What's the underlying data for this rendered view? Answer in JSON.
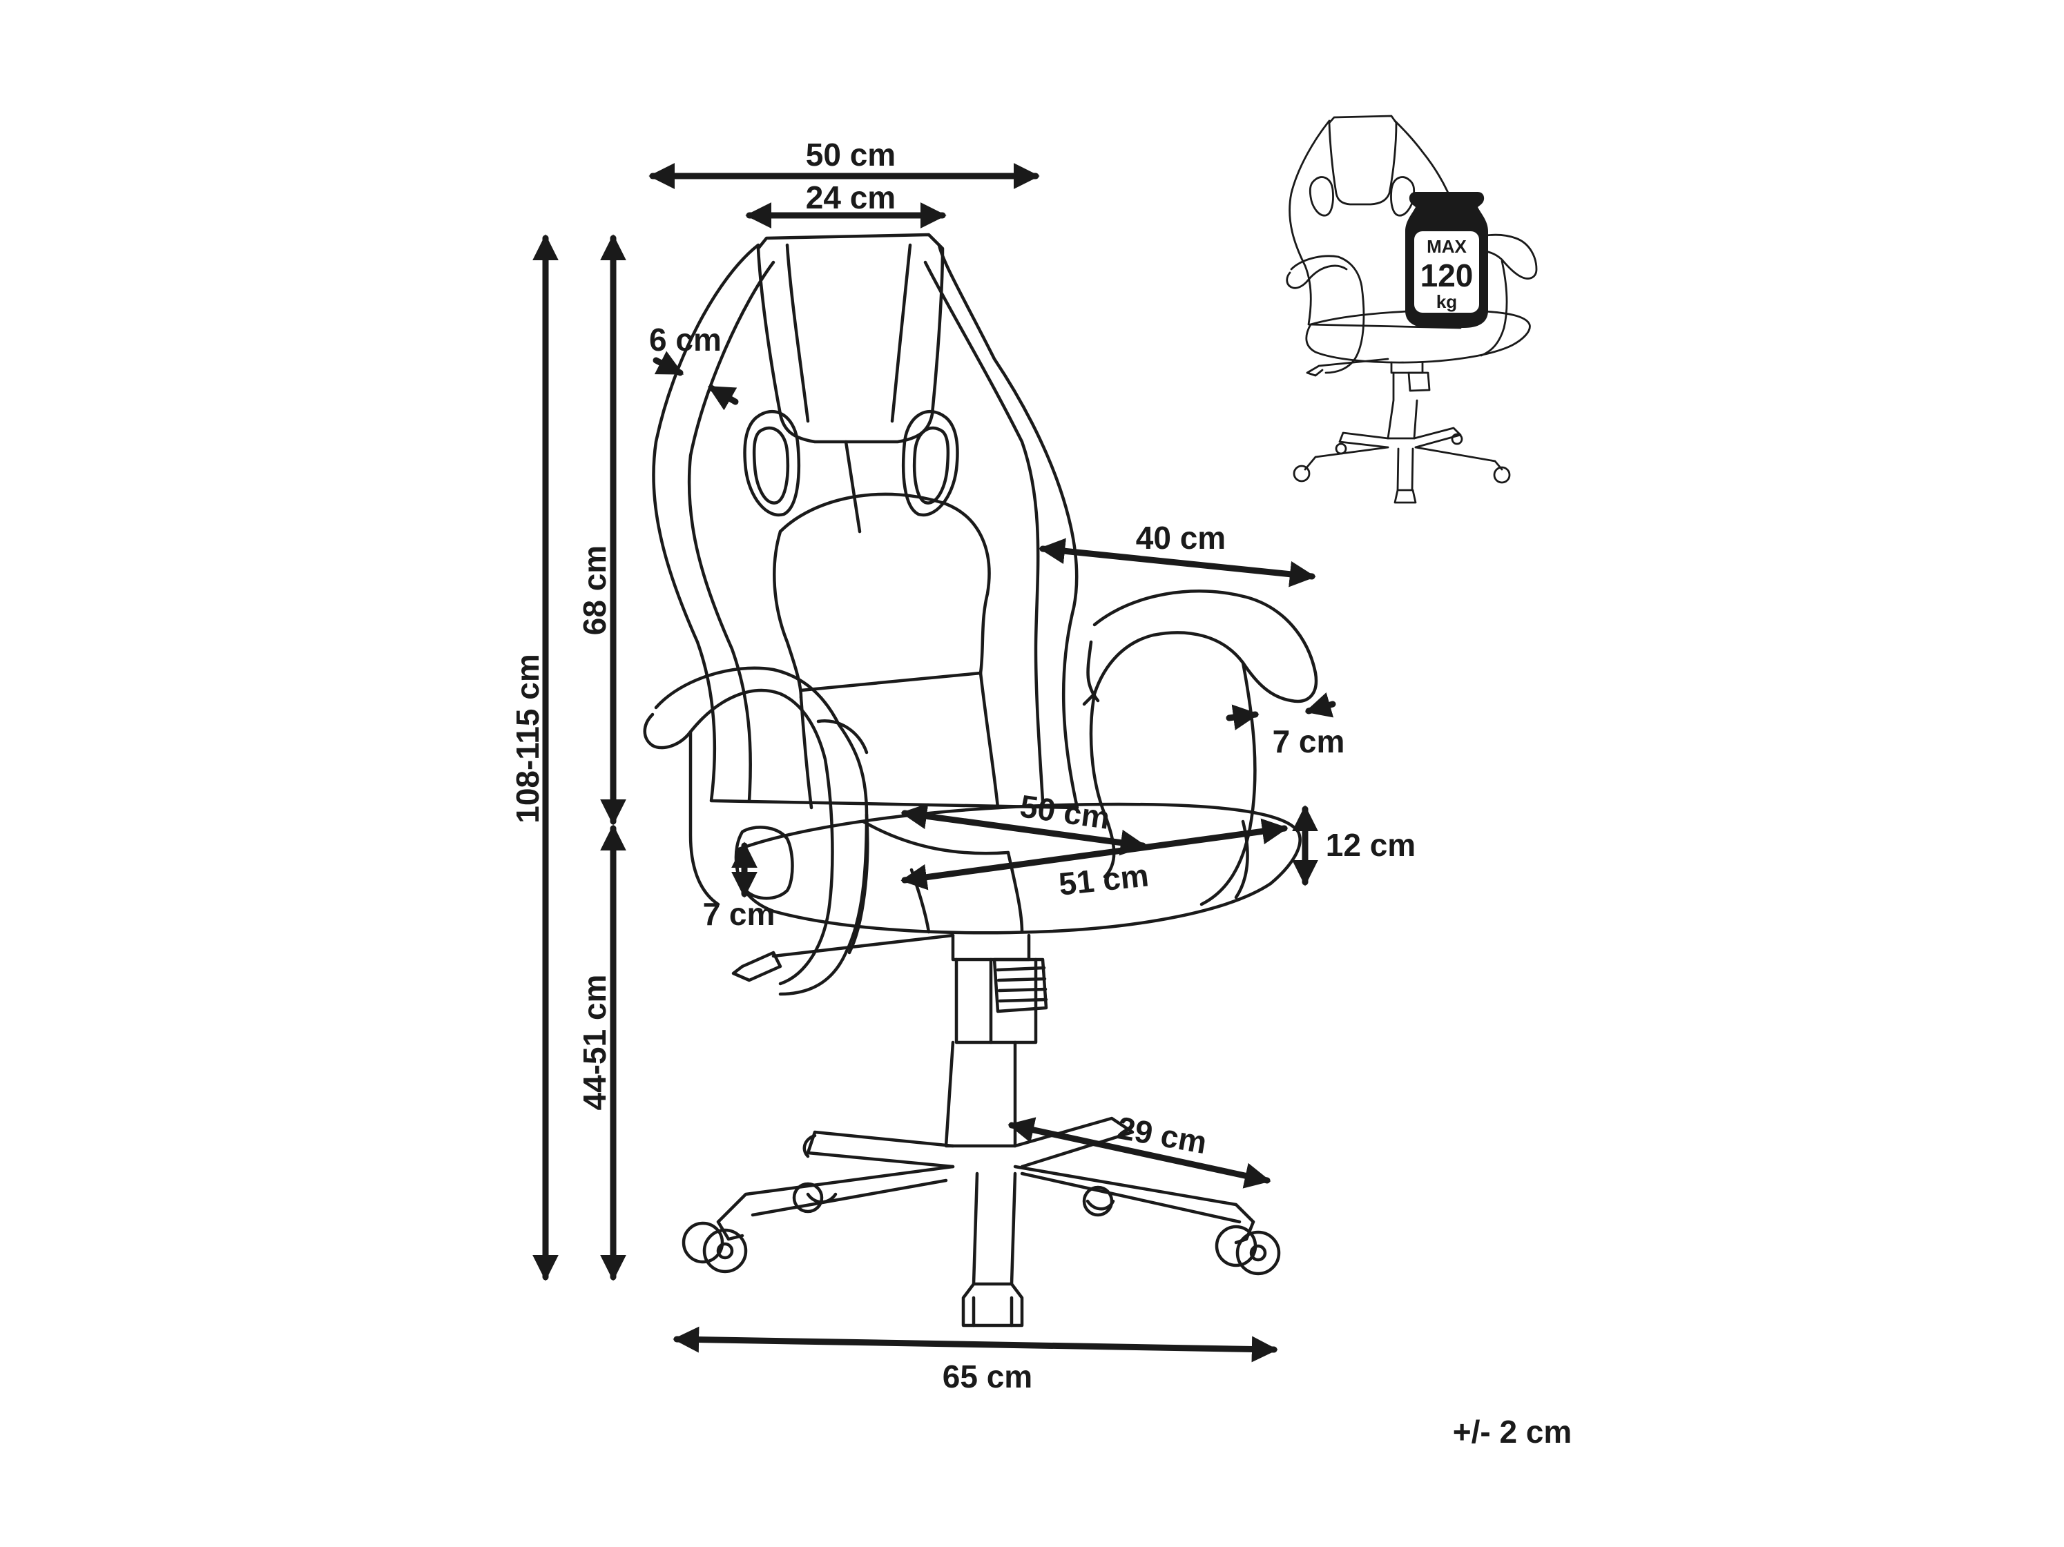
{
  "dimensions": {
    "width_top": "50 cm",
    "headrest_width": "24 cm",
    "side_thickness": "6 cm",
    "backrest_height": "68 cm",
    "total_height": "108-115 cm",
    "armrest_distance": "40 cm",
    "armrest_width": "7 cm",
    "seat_depth": "50 cm",
    "seat_width": "51 cm",
    "seat_thickness": "12 cm",
    "armrest_height": "7 cm",
    "seat_height": "44-51 cm",
    "base_leg": "29 cm",
    "base_width": "65 cm"
  },
  "load_badge": {
    "max_label": "MAX",
    "value": "120",
    "unit": "kg"
  },
  "tolerance": "+/- 2 cm"
}
